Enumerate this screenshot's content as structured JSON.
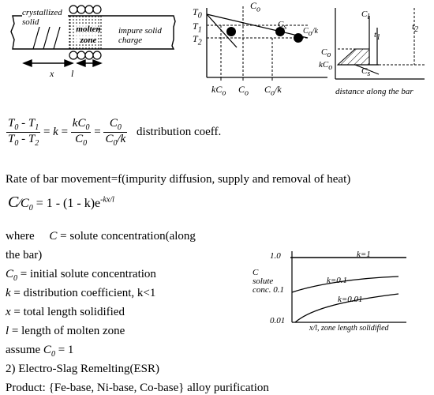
{
  "bar_figure": {
    "crystallized_label": "crystallized solid",
    "molten_label": "molten zone",
    "impure_label": "impure solid charge",
    "x_label": "x",
    "l_label": "l"
  },
  "phase_diagram": {
    "t0": "T0",
    "t1": "T1",
    "t2": "T2",
    "c0_top": "C0",
    "cs": "Cs",
    "c0k": "C0/k",
    "kc0": "kC0",
    "c0_axis": "C0",
    "c0k_axis": "C0/k"
  },
  "profile": {
    "cl": "Cl",
    "t1": "t1",
    "t2": "t2",
    "c0": "C0",
    "kc0": "kC0",
    "cs": "Cs",
    "caption": "distance along the bar"
  },
  "eq1": {
    "lhs_num": "T0 - T1",
    "lhs_den": "T0 - T2",
    "mid_num": "kC0",
    "mid_den": "C0",
    "rhs_num": "C0",
    "rhs_den": "C0/k",
    "label": "distribution coeff."
  },
  "text": {
    "rate": "Rate of bar movement=f(impurity diffusion, supply and removal of heat)",
    "where": "where",
    "c_def": "C = solute concentration(along",
    "c_def2": "the bar)",
    "c0_def": "= initial solute concentration",
    "k_def": "= distribution coefficient, k<1",
    "x_def": "= total length solidified",
    "l_def": "= length of molten zone",
    "assume": "assume C0 = 1",
    "esr": "2) Electro-Slag Remelting(ESR)",
    "product": "Product: {Fe-base, Ni-base, Co-base} alloy purification"
  },
  "graph": {
    "y_title": "C",
    "y_sub1": "solute",
    "y_sub2": "conc.",
    "y_top": "1.0",
    "y_mid": "0.1",
    "y_bot": "0.01",
    "k1": "k=1",
    "k01": "k=0.1",
    "k001": "k=0.01",
    "x_label": "x/l, zone length solidified"
  }
}
